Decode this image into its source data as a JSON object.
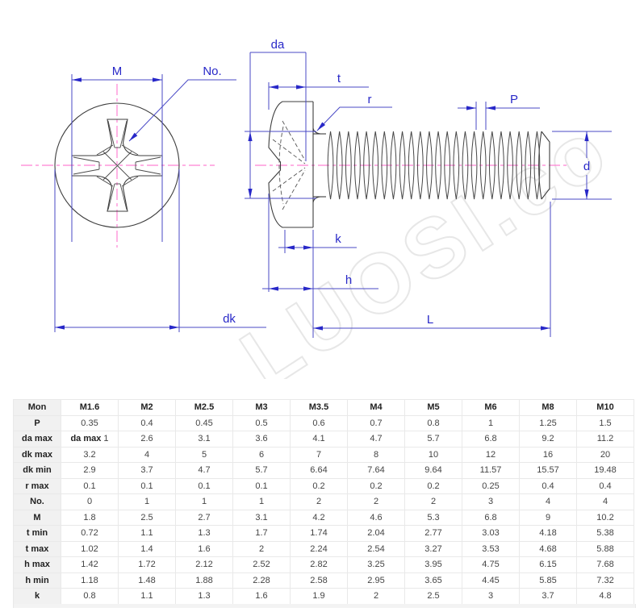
{
  "diagram": {
    "watermark": "LUOSI.co",
    "colors": {
      "dimension_line": "#4949c6",
      "dimension_text": "#2828c8",
      "centerline_pink": "#ff82d4",
      "outline_black": "#3d3d3d",
      "watermark_gray": "#e7e7e7"
    },
    "labels": {
      "m": "M",
      "no": "No.",
      "dk": "dk",
      "da": "da",
      "t": "t",
      "r": "r",
      "p": "P",
      "d": "d",
      "k": "k",
      "h": "h",
      "l": "L"
    }
  },
  "table": {
    "header": [
      "Mon",
      "M1.6",
      "M2",
      "M2.5",
      "M3",
      "M3.5",
      "M4",
      "M5",
      "M6",
      "M8",
      "M10"
    ],
    "rows": [
      {
        "label": "P",
        "values": [
          "0.35",
          "0.4",
          "0.45",
          "0.5",
          "0.6",
          "0.7",
          "0.8",
          "1",
          "1.25",
          "1.5"
        ]
      },
      {
        "label": "da max",
        "values": [
          "da max 1",
          "2.6",
          "3.1",
          "3.6",
          "4.1",
          "4.7",
          "5.7",
          "6.8",
          "9.2",
          "11.2"
        ]
      },
      {
        "label": "dk max",
        "values": [
          "3.2",
          "4",
          "5",
          "6",
          "7",
          "8",
          "10",
          "12",
          "16",
          "20"
        ]
      },
      {
        "label": "dk min",
        "values": [
          "2.9",
          "3.7",
          "4.7",
          "5.7",
          "6.64",
          "7.64",
          "9.64",
          "11.57",
          "15.57",
          "19.48"
        ]
      },
      {
        "label": "r max",
        "values": [
          "0.1",
          "0.1",
          "0.1",
          "0.1",
          "0.2",
          "0.2",
          "0.2",
          "0.25",
          "0.4",
          "0.4"
        ]
      },
      {
        "label": "No.",
        "values": [
          "0",
          "1",
          "1",
          "1",
          "2",
          "2",
          "2",
          "3",
          "4",
          "4"
        ]
      },
      {
        "label": "M",
        "values": [
          "1.8",
          "2.5",
          "2.7",
          "3.1",
          "4.2",
          "4.6",
          "5.3",
          "6.8",
          "9",
          "10.2"
        ]
      },
      {
        "label": "t min",
        "values": [
          "0.72",
          "1.1",
          "1.3",
          "1.7",
          "1.74",
          "2.04",
          "2.77",
          "3.03",
          "4.18",
          "5.38"
        ]
      },
      {
        "label": "t max",
        "values": [
          "1.02",
          "1.4",
          "1.6",
          "2",
          "2.24",
          "2.54",
          "3.27",
          "3.53",
          "4.68",
          "5.88"
        ]
      },
      {
        "label": "h max",
        "values": [
          "1.42",
          "1.72",
          "2.12",
          "2.52",
          "2.82",
          "3.25",
          "3.95",
          "4.75",
          "6.15",
          "7.68"
        ]
      },
      {
        "label": "h min",
        "values": [
          "1.18",
          "1.48",
          "1.88",
          "2.28",
          "2.58",
          "2.95",
          "3.65",
          "4.45",
          "5.85",
          "7.32"
        ]
      },
      {
        "label": "k",
        "values": [
          "0.8",
          "1.1",
          "1.3",
          "1.6",
          "1.9",
          "2",
          "2.5",
          "3",
          "3.7",
          "4.8"
        ]
      }
    ]
  }
}
